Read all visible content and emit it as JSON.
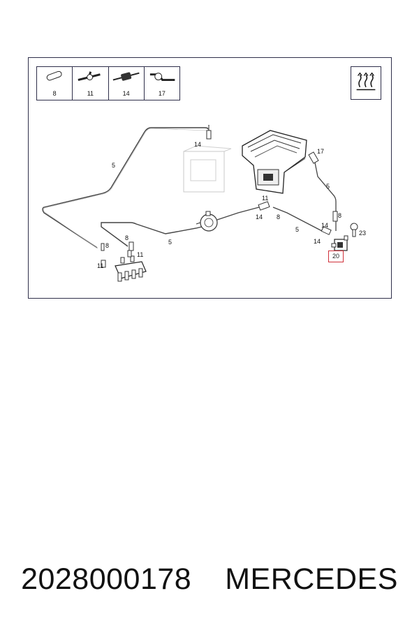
{
  "legend": [
    {
      "number": "8",
      "icon": "straight-connector-icon"
    },
    {
      "number": "11",
      "icon": "tee-connector-icon"
    },
    {
      "number": "14",
      "icon": "check-valve-icon"
    },
    {
      "number": "17",
      "icon": "elbow-connector-icon"
    }
  ],
  "heat_icon": "heat-symbol-icon",
  "callouts": {
    "c5_a": "5",
    "c14_top": "14",
    "c17": "17",
    "c5_b": "5",
    "c8_right": "8",
    "c14_mid": "14",
    "c23": "23",
    "c11_mid": "11",
    "c14_lower": "14",
    "c8_mid": "8",
    "c5_c": "5",
    "c14_right": "14",
    "c8_left": "8",
    "c11_left_a": "11",
    "c11_left_b": "11",
    "c5_d": "5",
    "c8_low": "8"
  },
  "highlighted_part": "20",
  "highlight_color": "#d0303a",
  "footer": {
    "part_number": "2028000178",
    "brand": "MERCEDES"
  }
}
